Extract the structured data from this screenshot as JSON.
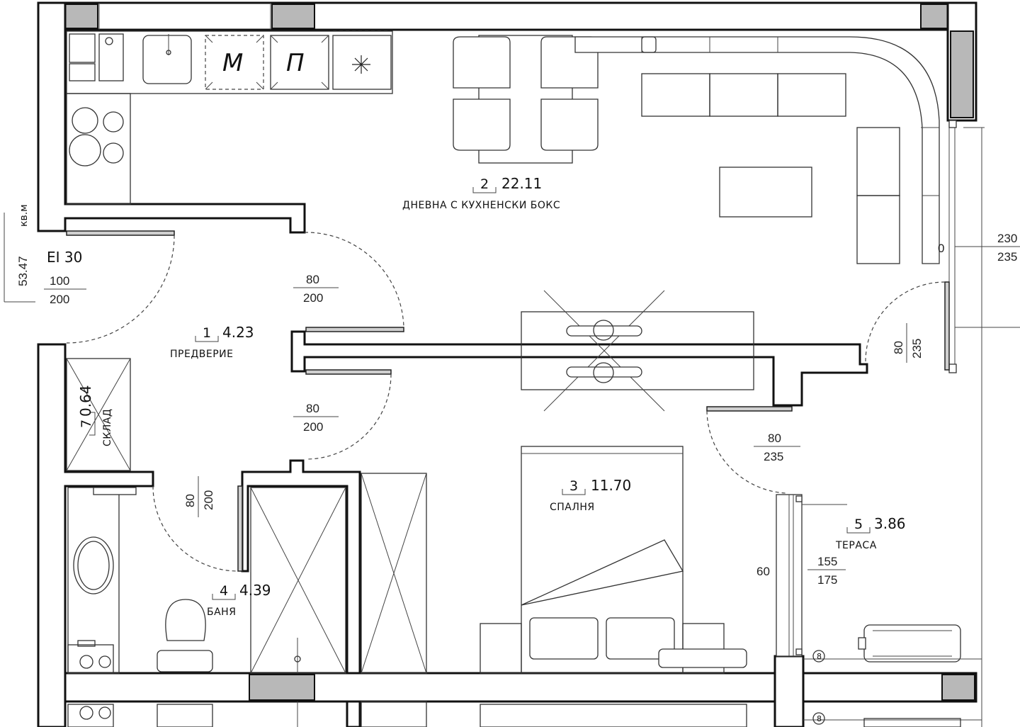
{
  "rooms": [
    {
      "number": "1",
      "area": "4.23",
      "name": "ПРЕДВЕРИЕ"
    },
    {
      "number": "2",
      "area": "22.11",
      "name": "ДНЕВНА С КУХНЕНСКИ БОКС"
    },
    {
      "number": "3",
      "area": "11.70",
      "name": "СПАЛНЯ"
    },
    {
      "number": "4",
      "area": "4.39",
      "name": "БАНЯ"
    },
    {
      "number": "5",
      "area": "3.86",
      "name": "ТЕРАСА"
    },
    {
      "number": "7",
      "area": "0.64",
      "name": "СКЛАД"
    }
  ],
  "total": {
    "value": "53.47",
    "unit": "кв.м"
  },
  "entrance_door": {
    "rating": "EI 30",
    "width": "100",
    "height": "200"
  },
  "doors": [
    {
      "width": "80",
      "height": "200"
    },
    {
      "width": "80",
      "height": "200"
    },
    {
      "width": "80",
      "height": "200"
    },
    {
      "width": "80",
      "height": "235"
    },
    {
      "width": "80",
      "height": "235"
    }
  ],
  "windows": [
    {
      "width": "230",
      "height": "235",
      "sill": "0"
    },
    {
      "width": "155",
      "height": "175",
      "sill": "60"
    }
  ],
  "appliances": {
    "microwave": "М",
    "fridge": "П"
  },
  "boiler_marks": [
    "8",
    "8"
  ]
}
